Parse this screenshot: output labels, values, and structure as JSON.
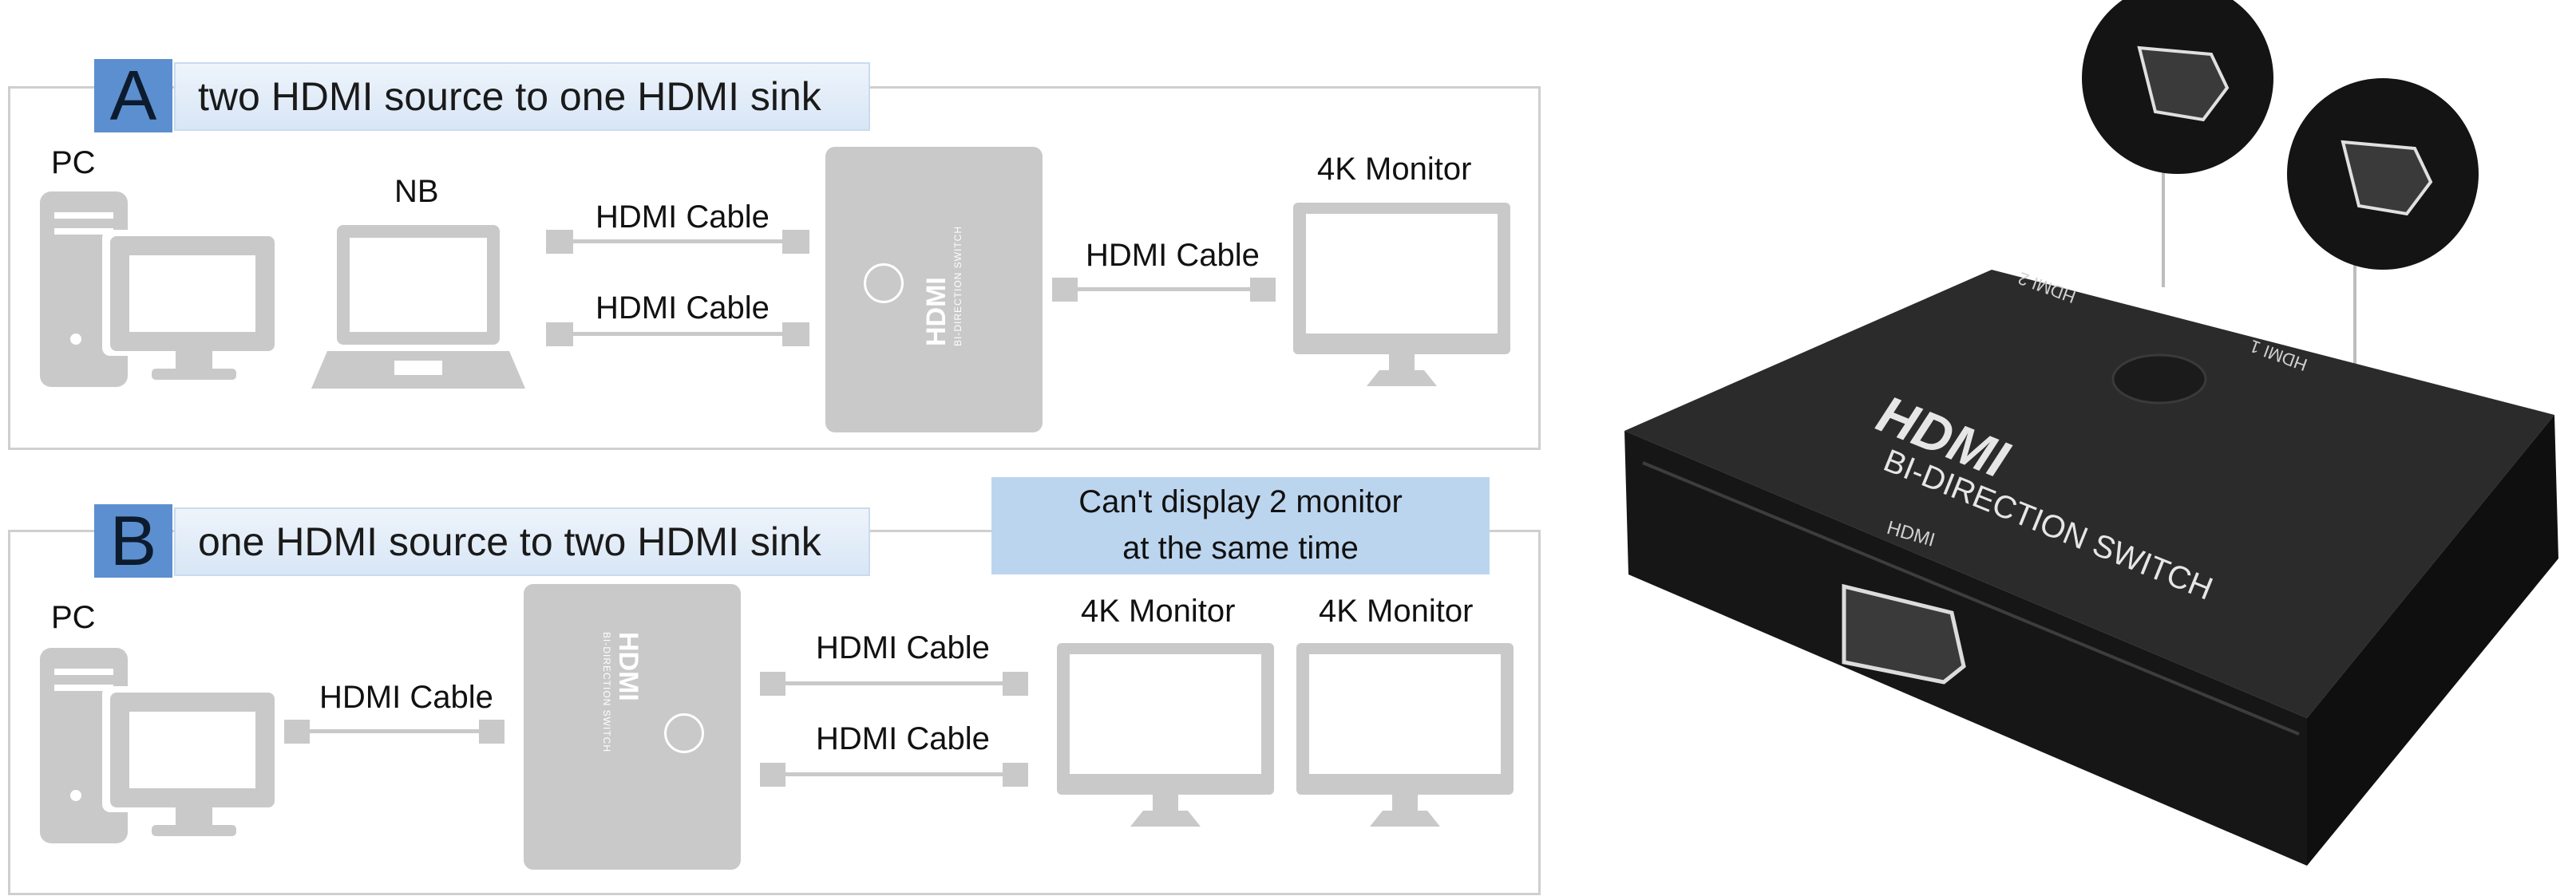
{
  "panel_a": {
    "letter": "A",
    "title": "two HDMI source to one HDMI sink",
    "pc_label": "PC",
    "nb_label": "NB",
    "cable_1": "HDMI Cable",
    "cable_2": "HDMI Cable",
    "cable_3": "HDMI Cable",
    "monitor_label": "4K Monitor"
  },
  "panel_b": {
    "letter": "B",
    "title": "one HDMI source to two HDMI sink",
    "note_line_1": "Can't display 2 monitor",
    "note_line_2": "at the same time",
    "pc_label": "PC",
    "cable_1": "HDMI Cable",
    "cable_2": "HDMI Cable",
    "cable_3": "HDMI Cable",
    "monitor_1_label": "4K Monitor",
    "monitor_2_label": "4K Monitor"
  },
  "switch_device": {
    "logo_text": "HDMI",
    "logo_subtext": "BI-DIRECTION SWITCH",
    "port_label_front": "HDMI",
    "port_label_1": "HDMI 1",
    "port_label_2": "HDMI 2"
  },
  "colors": {
    "icon_gray": "#c9c9c9",
    "badge_blue": "#5b8fcf",
    "note_blue": "#bcd5ef",
    "device_black": "#1e1e1e"
  }
}
